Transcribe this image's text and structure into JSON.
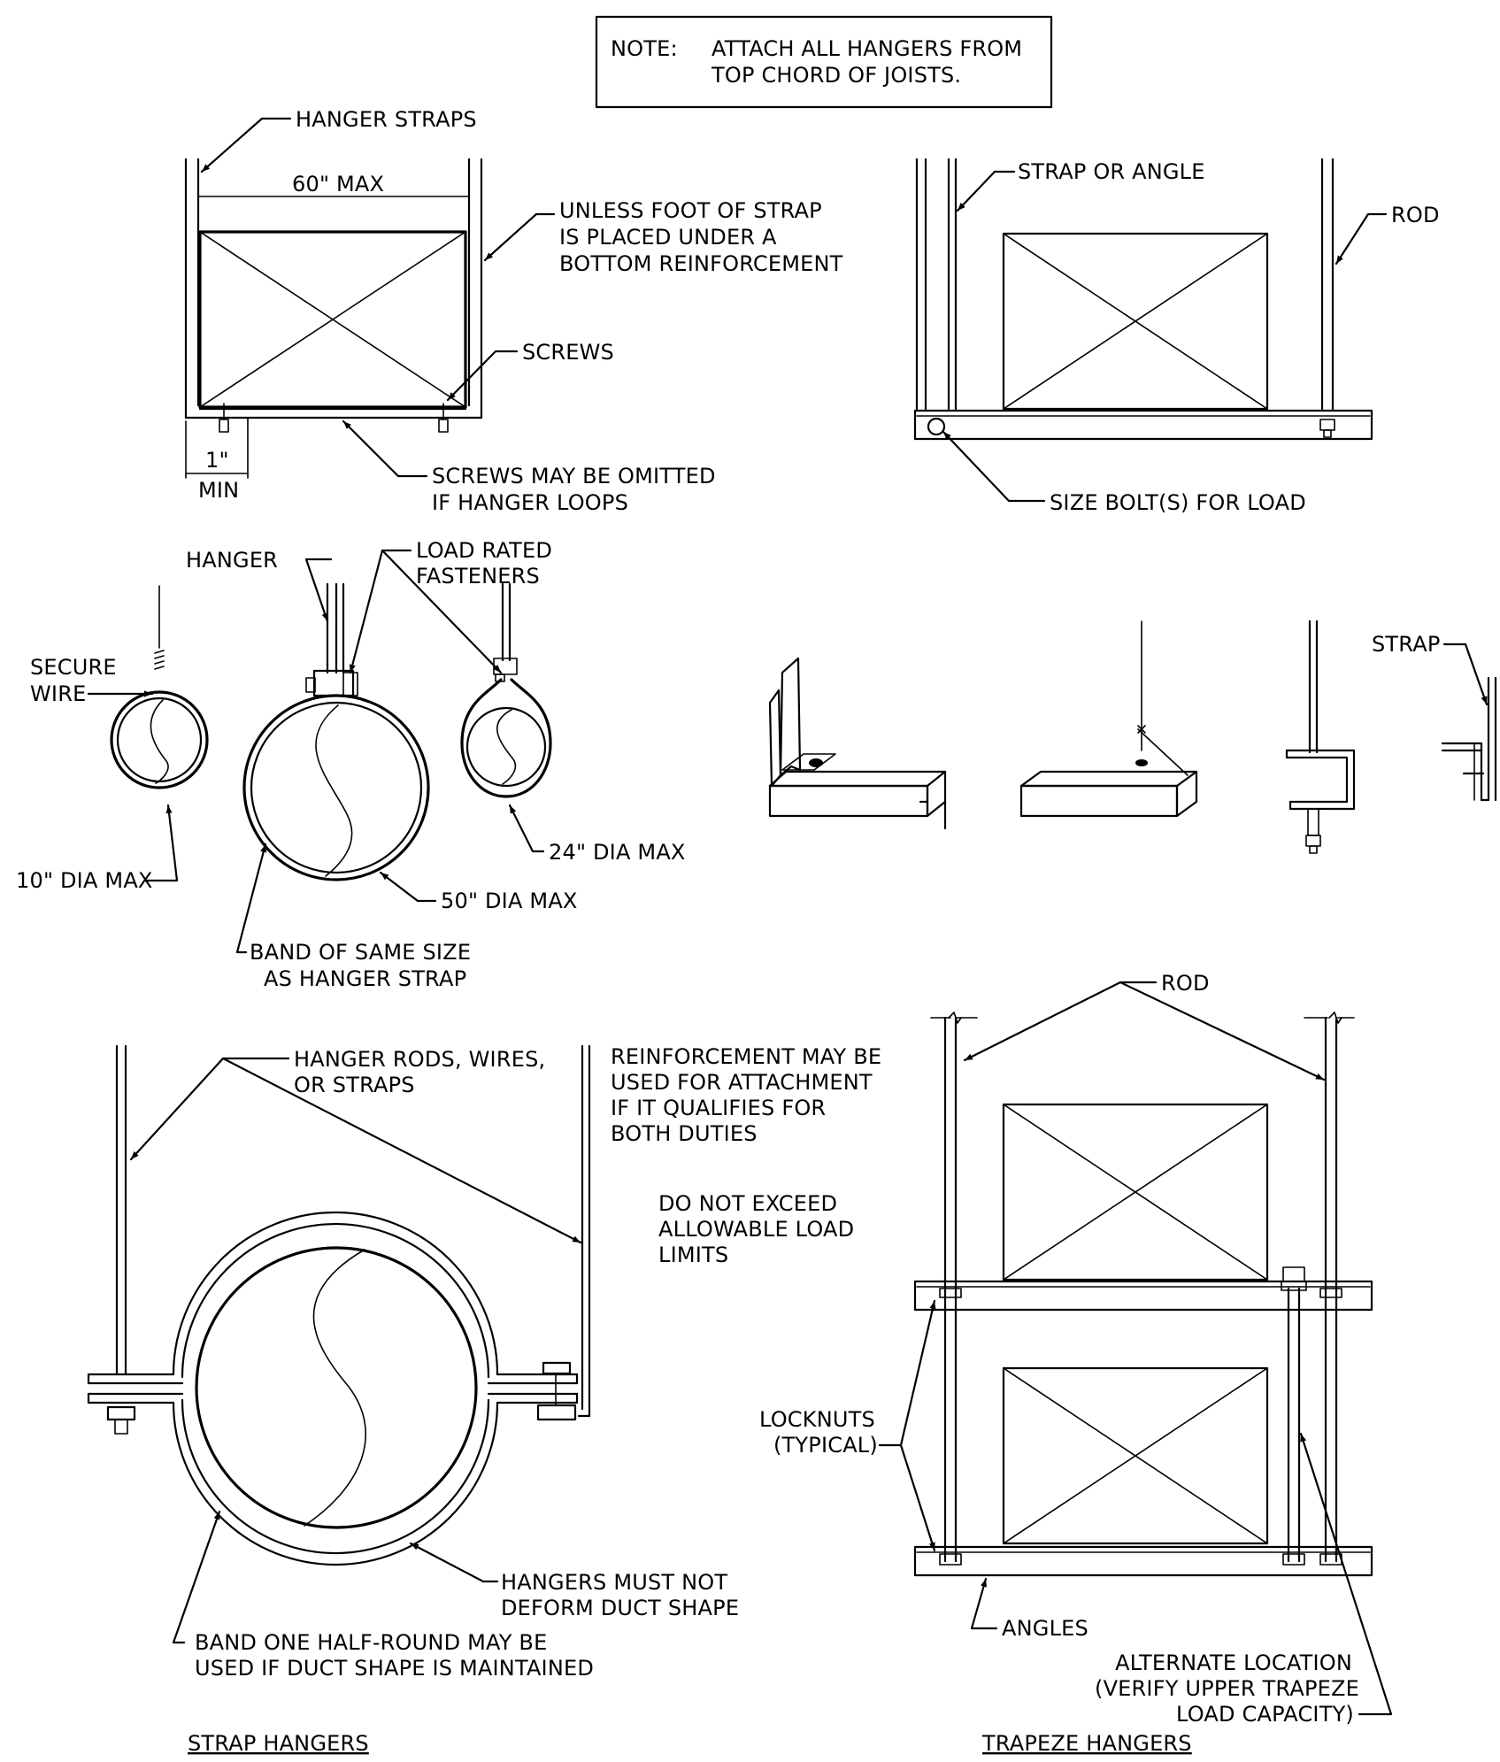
{
  "note": {
    "label": "NOTE:",
    "line1": "ATTACH ALL HANGERS FROM",
    "line2": "TOP CHORD OF JOISTS."
  },
  "strap_detail": {
    "hanger_straps": "HANGER STRAPS",
    "width_max": "60\" MAX",
    "unless_1": "UNLESS FOOT OF STRAP",
    "unless_2": "IS PLACED UNDER A",
    "unless_3": "BOTTOM REINFORCEMENT",
    "screws": "SCREWS",
    "min_dim": "1\"",
    "min_label": "MIN",
    "omit_1": "SCREWS MAY BE OMITTED",
    "omit_2": "IF HANGER LOOPS"
  },
  "trapeze_detail_top": {
    "strap_or_angle": "STRAP OR ANGLE",
    "rod": "ROD",
    "size_bolt": "SIZE BOLT(S) FOR LOAD"
  },
  "round_hangers": {
    "hanger": "HANGER",
    "load_rated_1": "LOAD RATED",
    "load_rated_2": "FASTENERS",
    "secure_1": "SECURE",
    "secure_2": "WIRE",
    "dia_10": "10\" DIA MAX",
    "dia_50": "50\" DIA MAX",
    "dia_24": "24\" DIA MAX",
    "band_1": "BAND OF SAME SIZE",
    "band_2": "AS HANGER STRAP"
  },
  "attachments": {
    "strap": "STRAP"
  },
  "large_round": {
    "rods_1": "HANGER RODS, WIRES,",
    "rods_2": "OR STRAPS",
    "reinf_1": "REINFORCEMENT MAY BE",
    "reinf_2": "USED FOR ATTACHMENT",
    "reinf_3": "IF IT QUALIFIES FOR",
    "reinf_4": "BOTH DUTIES",
    "exceed_1": "DO NOT EXCEED",
    "exceed_2": "ALLOWABLE LOAD",
    "exceed_3": "LIMITS",
    "deform_1": "HANGERS MUST NOT",
    "deform_2": "DEFORM DUCT SHAPE",
    "half_1": "BAND ONE HALF-ROUND MAY BE",
    "half_2": "USED IF DUCT SHAPE IS MAINTAINED"
  },
  "double_trapeze": {
    "rod": "ROD",
    "locknuts_1": "LOCKNUTS",
    "locknuts_2": "(TYPICAL)",
    "angles": "ANGLES",
    "alt_1": "ALTERNATE LOCATION",
    "alt_2": "(VERIFY UPPER TRAPEZE",
    "alt_3": "LOAD CAPACITY)"
  },
  "captions": {
    "strap_hangers": "STRAP HANGERS",
    "trapeze_hangers": "TRAPEZE HANGERS"
  }
}
